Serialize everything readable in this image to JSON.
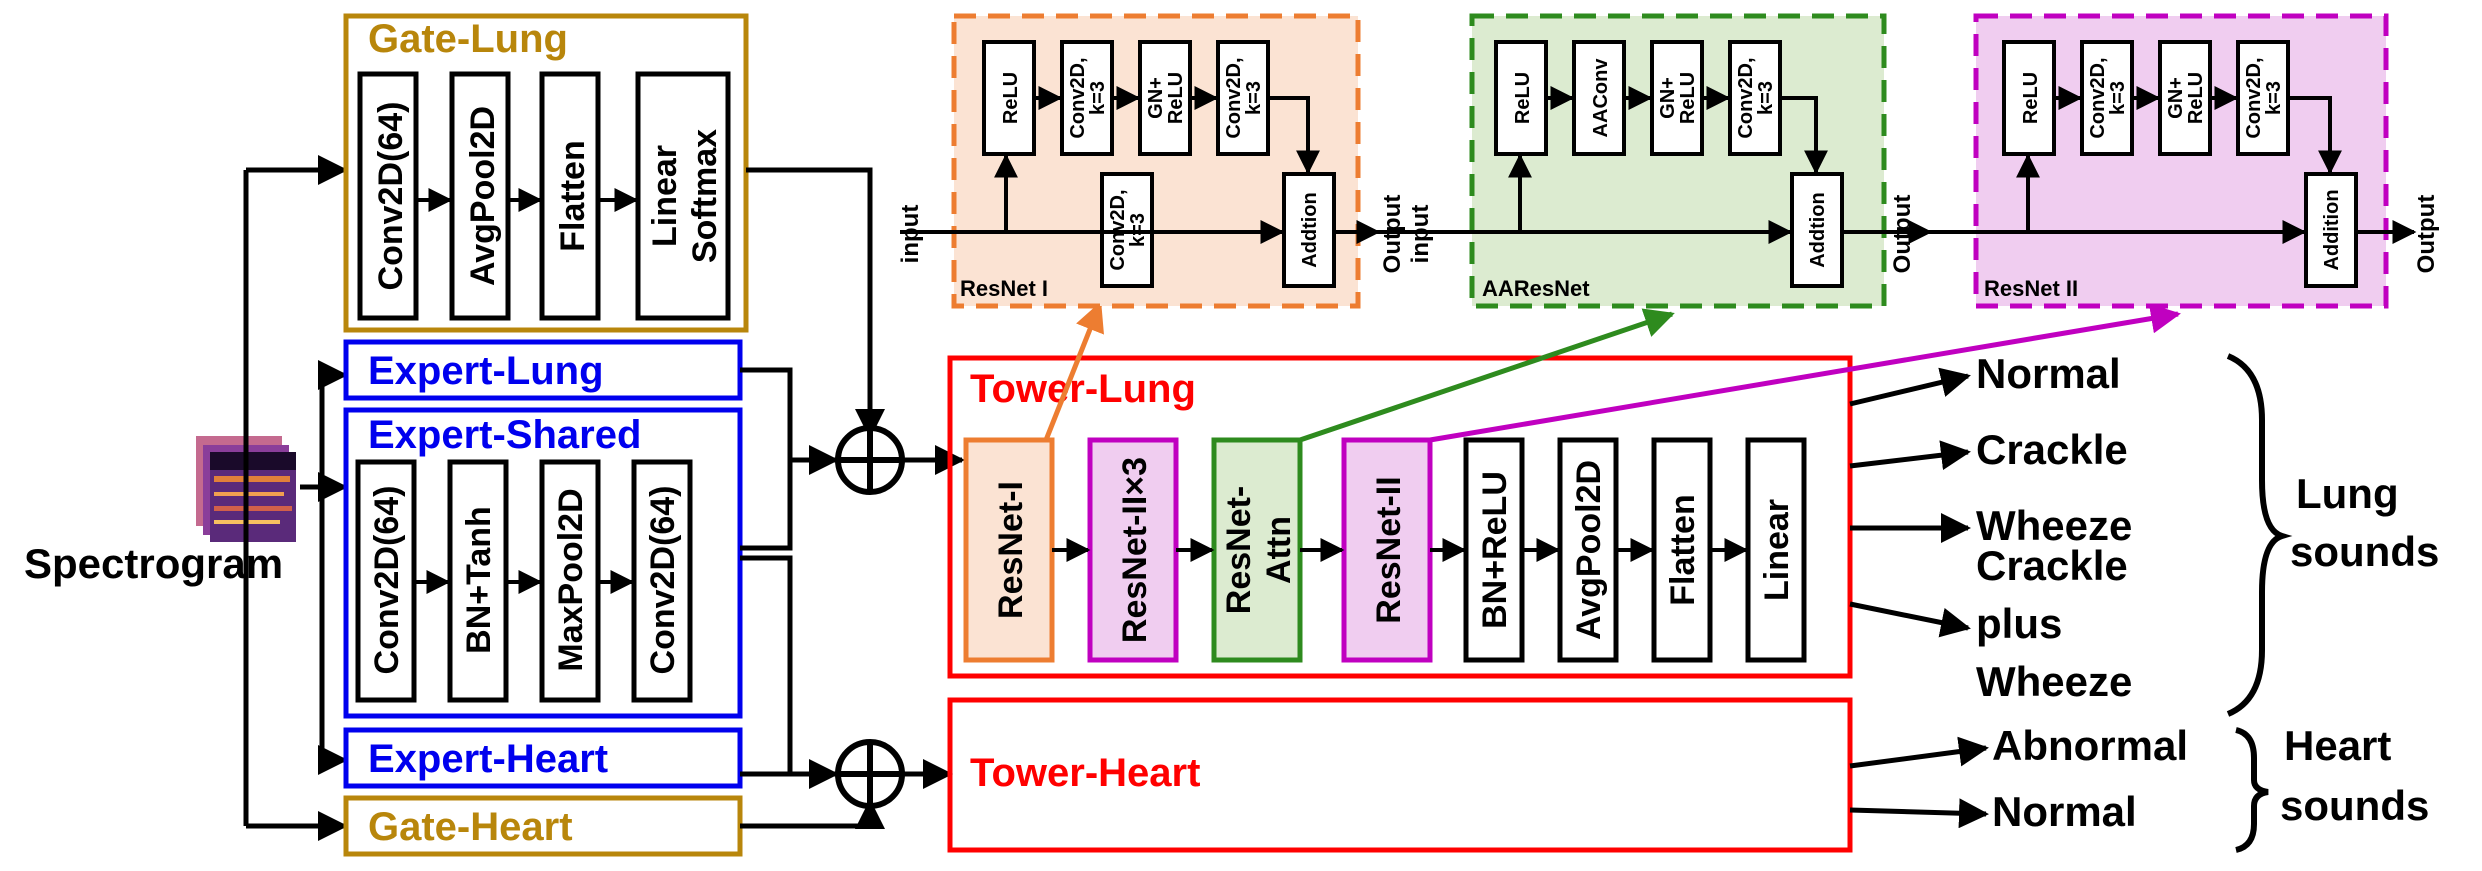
{
  "input": {
    "label": "Spectrogram"
  },
  "gate_lung": {
    "title": "Gate-Lung",
    "blocks": [
      "Conv2D(64)",
      "AvgPool2D",
      "Flatten",
      "Linear",
      "Softmax"
    ]
  },
  "expert_lung": {
    "title": "Expert-Lung"
  },
  "expert_shared": {
    "title": "Expert-Shared",
    "blocks": [
      "Conv2D(64)",
      "BN+Tanh",
      "MaxPool2D",
      "Conv2D(64)"
    ]
  },
  "expert_heart": {
    "title": "Expert-Heart"
  },
  "gate_heart": {
    "title": "Gate-Heart"
  },
  "tower_lung": {
    "title": "Tower-Lung",
    "blocks": [
      "ResNet-I",
      "ResNet-II×3",
      "ResNet-",
      "Attn",
      "ResNet-II",
      "BN+ReLU",
      "AvgPool2D",
      "Flatten",
      "Linear"
    ]
  },
  "tower_heart": {
    "title": "Tower-Heart"
  },
  "resnet1": {
    "title": "ResNet I",
    "input": "input",
    "output": "Output",
    "blocks": [
      "ReLU",
      "Conv2D,",
      "k=3",
      "GN+",
      "ReLU",
      "Conv2D,",
      "k=3",
      "Conv2D,",
      "k=3",
      "Addtion"
    ]
  },
  "aaresnet": {
    "title": "AAResNet",
    "input": "input",
    "output": "Output",
    "blocks": [
      "ReLU",
      "AAConv",
      "GN+",
      "ReLU",
      "Conv2D,",
      "k=3",
      "Addtion"
    ]
  },
  "resnet2": {
    "title": "ResNet II",
    "output": "Output",
    "blocks": [
      "ReLU",
      "Conv2D,",
      "k=3",
      "GN+",
      "ReLU",
      "Conv2D,",
      "k=3",
      "Addition"
    ]
  },
  "lung_outputs": [
    "Normal",
    "Crackle",
    "Wheeze",
    "Crackle",
    "plus",
    "Wheeze"
  ],
  "lung_group": [
    "Lung",
    "sounds"
  ],
  "heart_outputs": [
    "Abnormal",
    "Normal"
  ],
  "heart_group": [
    "Heart",
    "sounds"
  ],
  "colors": {
    "gate": "#b8860b",
    "expert": "#0000ee",
    "tower": "#ff0000",
    "resnet1_border": "#ed7d31",
    "resnet1_fill": "#fbe3d3",
    "aaresnet_border": "#2e8b1e",
    "aaresnet_fill": "#dcebd0",
    "resnet2_border": "#c000c0",
    "resnet2_fill": "#f0cdf0",
    "resnet_attn_fill": "#dcebd0"
  }
}
